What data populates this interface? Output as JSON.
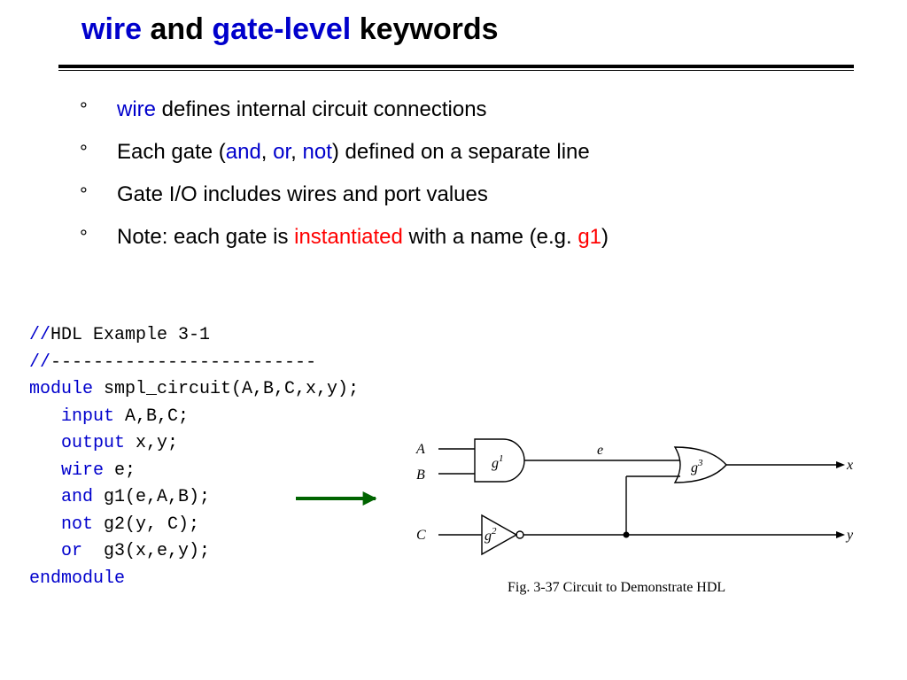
{
  "slide": {
    "title": {
      "kw1": "wire",
      "mid": " and ",
      "kw2": "gate-level",
      "end": " keywords"
    },
    "bullet_marker": "°",
    "bullets": [
      {
        "parts": [
          "wire",
          " defines internal circuit connections"
        ]
      },
      {
        "parts": [
          "Each gate (",
          "and",
          ", ",
          "or",
          ", ",
          "not",
          ") defined on a separate line"
        ]
      },
      {
        "parts": [
          "Gate I/O includes wires and port values"
        ]
      },
      {
        "parts": [
          "Note: each gate is ",
          "instantiated",
          " with a name (e.g. ",
          "g1",
          ")"
        ]
      }
    ]
  },
  "code": {
    "line1": {
      "kw": "//",
      "rest": "HDL Example 3-1"
    },
    "line2": {
      "kw": "//",
      "rest": "-------------------------"
    },
    "line3": {
      "kw": "module",
      "rest": " smpl_circuit(A,B,C,x,y);"
    },
    "line4": {
      "indent": "   ",
      "kw": "input",
      "rest": " A,B,C;"
    },
    "line5": {
      "indent": "   ",
      "kw": "output",
      "rest": " x,y;"
    },
    "line6": {
      "indent": "   ",
      "kw": "wire",
      "rest": " e;"
    },
    "line7": {
      "indent": "   ",
      "kw": "and",
      "rest": " g1(e,A,B);"
    },
    "line8": {
      "indent": "   ",
      "kw": "not",
      "rest": " g2(y, C);"
    },
    "line9": {
      "indent": "   ",
      "kw": "or",
      "rest": "  g3(x,e,y);"
    },
    "line10": {
      "kw": "endmodule"
    }
  },
  "figure": {
    "labels": {
      "A": "A",
      "B": "B",
      "C": "C",
      "e": "e",
      "x": "x",
      "y": "y",
      "g1_base": "g",
      "g1_sup": "1",
      "g2_base": "g",
      "g2_sup": "2",
      "g3_base": "g",
      "g3_sup": "3"
    },
    "caption": "Fig. 3-37  Circuit to Demonstrate HDL"
  },
  "colors": {
    "keyword_blue": "#0000cc",
    "highlight_red": "#ff0000",
    "arrow_green": "#006400"
  }
}
